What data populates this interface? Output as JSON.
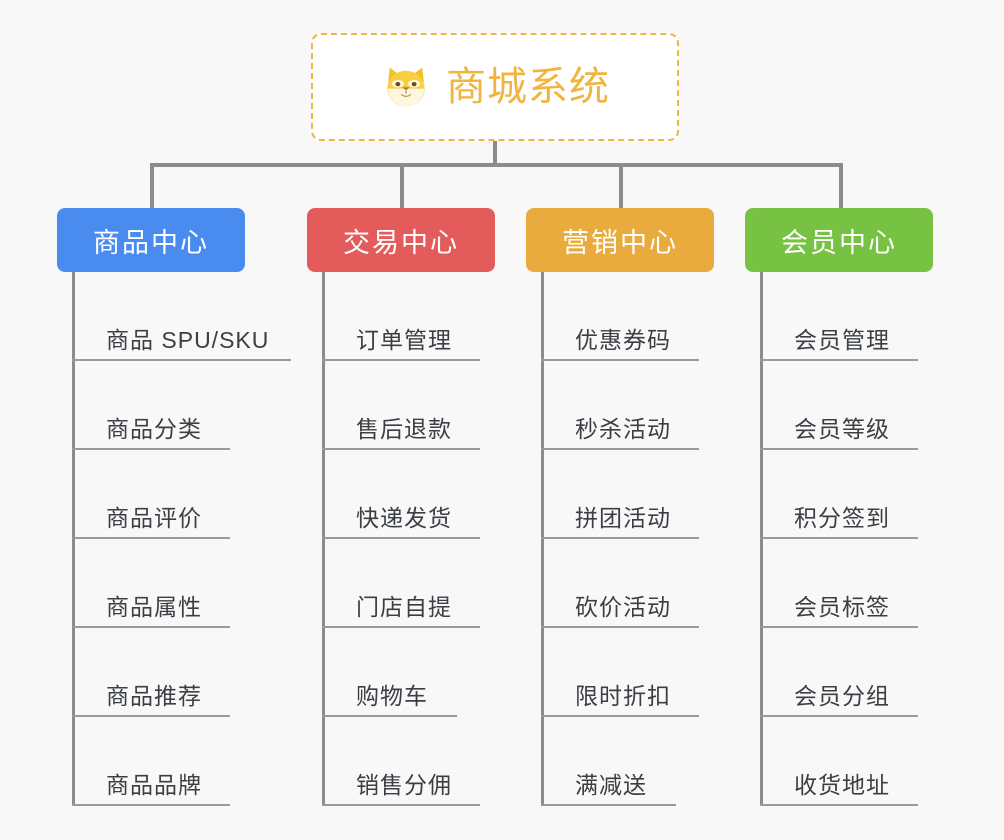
{
  "background_color": "#f8f8f8",
  "root": {
    "title": "商城系统",
    "icon": "shiba-dog-face-icon",
    "text_color": "#f0b53f",
    "border_color": "#f0b643",
    "background_color": "#ffffff"
  },
  "connector_color": "#8c8c8c",
  "columns": [
    {
      "id": "product-center",
      "label": "商品中心",
      "color": "#4a8bf0",
      "items": [
        "商品 SPU/SKU",
        "商品分类",
        "商品评价",
        "商品属性",
        "商品推荐",
        "商品品牌"
      ]
    },
    {
      "id": "trade-center",
      "label": "交易中心",
      "color": "#e45b5b",
      "items": [
        "订单管理",
        "售后退款",
        "快递发货",
        "门店自提",
        "购物车",
        "销售分佣"
      ]
    },
    {
      "id": "marketing-center",
      "label": "营销中心",
      "color": "#eaab3e",
      "items": [
        "优惠券码",
        "秒杀活动",
        "拼团活动",
        "砍价活动",
        "限时折扣",
        "满减送"
      ]
    },
    {
      "id": "member-center",
      "label": "会员中心",
      "color": "#78c243",
      "items": [
        "会员管理",
        "会员等级",
        "积分签到",
        "会员标签",
        "会员分组",
        "收货地址"
      ]
    }
  ]
}
